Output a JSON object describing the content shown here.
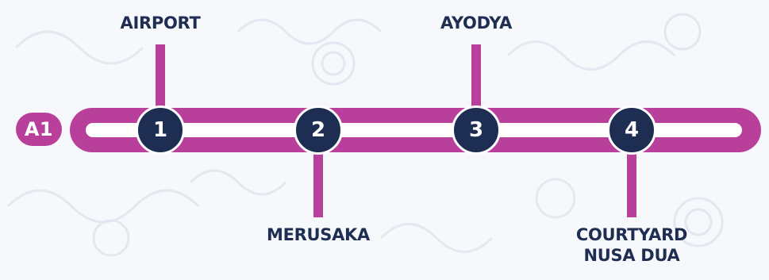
{
  "route": {
    "code": "A1",
    "color": "#b83f9a",
    "stop_color": "#1e2e52"
  },
  "stops": [
    {
      "number": "1",
      "name": "AIRPORT",
      "label_side": "top"
    },
    {
      "number": "2",
      "name": "MERUSAKA",
      "label_side": "bottom"
    },
    {
      "number": "3",
      "name": "AYODYA",
      "label_side": "top"
    },
    {
      "number": "4",
      "name_line1": "COURTYARD",
      "name_line2": "NUSA DUA",
      "label_side": "bottom"
    }
  ]
}
